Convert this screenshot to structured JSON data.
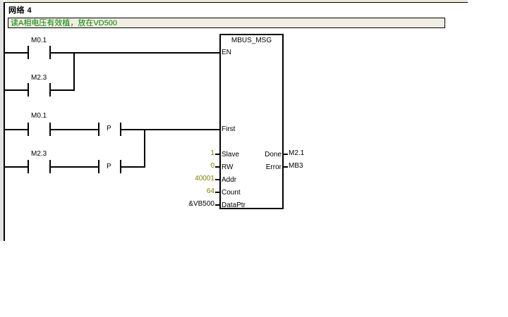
{
  "network": {
    "title": "网络 4",
    "comment": "读A相电压有效植，放在VD500"
  },
  "rungs": {
    "en_contacts": [
      {
        "address": "M0.1",
        "type": "normally-open"
      },
      {
        "address": "M2.3",
        "type": "normally-open"
      }
    ],
    "first_contacts": [
      {
        "address": "M0.1",
        "type": "normally-open",
        "edge": "P"
      },
      {
        "address": "M2.3",
        "type": "normally-open",
        "edge": "P"
      }
    ]
  },
  "block": {
    "name": "MBUS_MSG",
    "inputs": [
      {
        "pin": "EN",
        "value": ""
      },
      {
        "pin": "First",
        "value": ""
      },
      {
        "pin": "Slave",
        "value": "1"
      },
      {
        "pin": "RW",
        "value": "0"
      },
      {
        "pin": "Addr",
        "value": "40001"
      },
      {
        "pin": "Count",
        "value": "64"
      },
      {
        "pin": "DataPtr",
        "value": "&VB500"
      }
    ],
    "outputs": [
      {
        "pin": "Done",
        "value": "M2.1"
      },
      {
        "pin": "Error",
        "value": "MB3"
      }
    ]
  },
  "colors": {
    "comment_text": "#008000",
    "constant_value": "#808000",
    "comment_bg": "#f0eee2"
  }
}
